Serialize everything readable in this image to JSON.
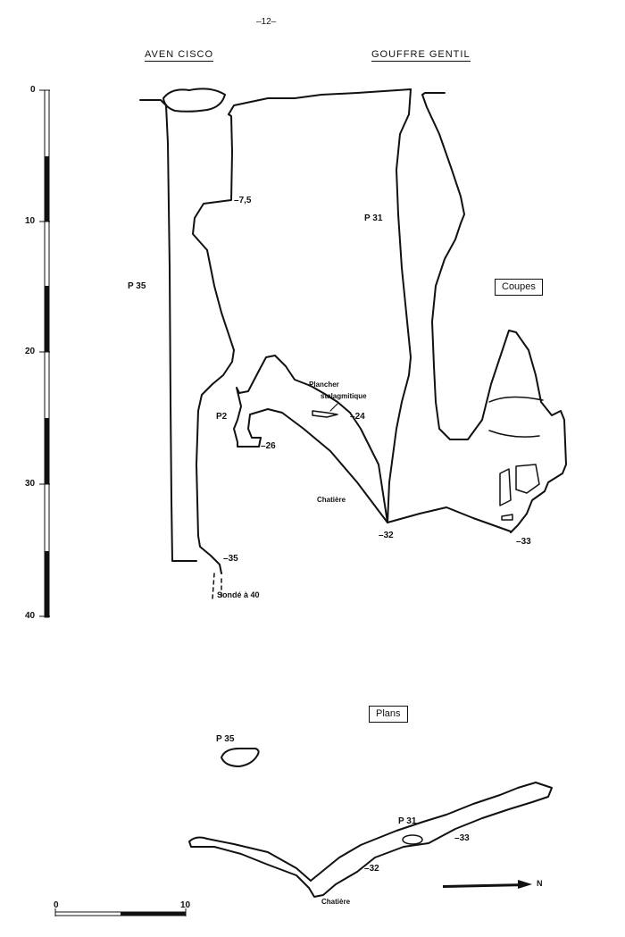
{
  "page_number": "–12–",
  "titles": {
    "left": "AVEN CISCO",
    "right": "GOUFFRE GENTIL"
  },
  "section_labels": {
    "coupes": "Coupes",
    "plans": "Plans"
  },
  "depth_scale": {
    "ticks": [
      "0",
      "10",
      "20",
      "30",
      "40"
    ]
  },
  "section_labels_pits": {
    "p35": "P 35",
    "p31": "P 31",
    "p2": "P2"
  },
  "depth_marks": {
    "d7_5": "7,5",
    "d24": "24",
    "d26": "26",
    "d32": "32",
    "d33": "33",
    "d35": "35",
    "sonde": "Sondé à  40"
  },
  "annotations": {
    "plancher_1": "Plancher",
    "plancher_2": "stalagmitique",
    "chatiere": "Chatière"
  },
  "plan": {
    "p35": "P 35",
    "p31": "P 31",
    "d32": "32",
    "d33": "33",
    "chatiere": "Chatière",
    "north": "N",
    "scale_ticks": [
      "0",
      "10"
    ]
  }
}
